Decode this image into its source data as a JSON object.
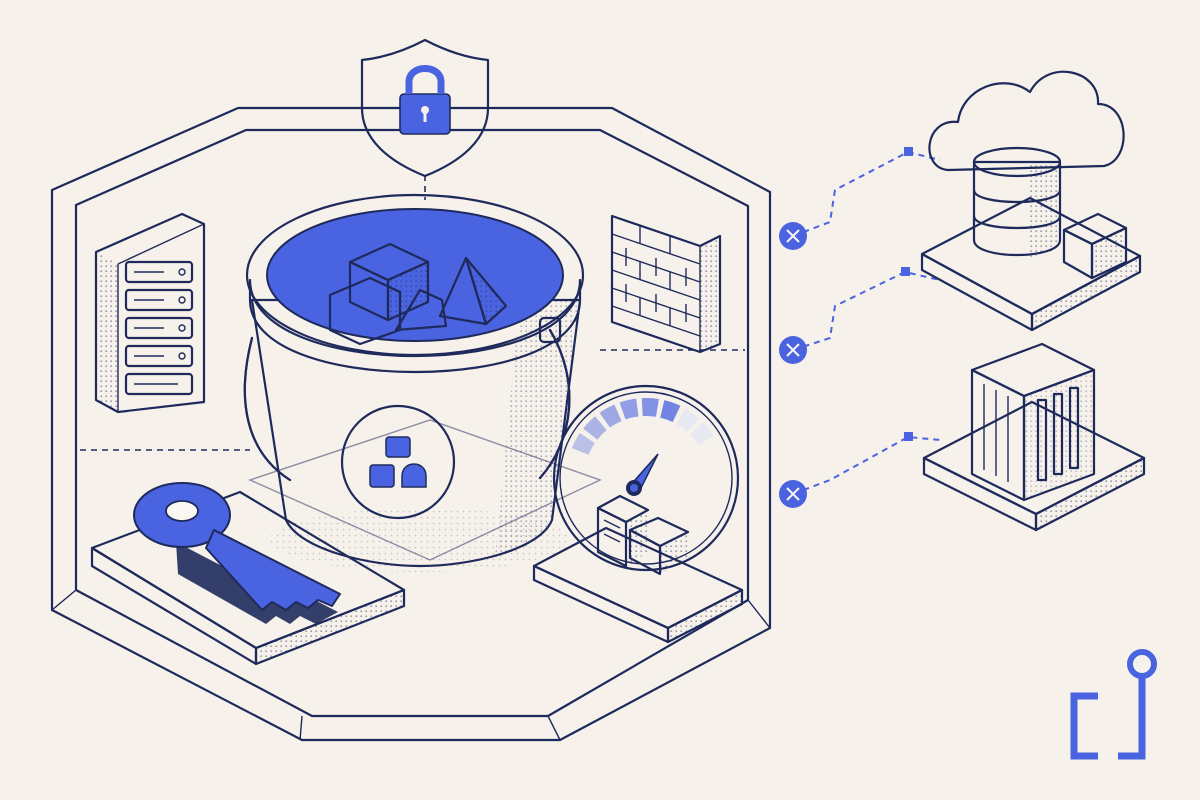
{
  "colors": {
    "background": "#f6f1ea",
    "ink": "#1f2a5c",
    "accent": "#4a63e0",
    "panel": "#fbf8f3"
  },
  "icons": {
    "shield": "shield-lock-icon",
    "bucket": "storage-bucket-icon",
    "key": "key-icon",
    "server": "server-rack-icon",
    "firewall": "firewall-icon",
    "gauge": "gauge-icon",
    "cloud": "cloud-database-icon",
    "datacenter": "datacenter-building-icon",
    "logo": "brand-logo-icon"
  },
  "connections": [
    {
      "target": "cloud-database",
      "status": "blocked"
    },
    {
      "target": "storage-platform",
      "status": "blocked"
    },
    {
      "target": "datacenter",
      "status": "blocked"
    }
  ],
  "gauge": {
    "level": 0.8
  }
}
